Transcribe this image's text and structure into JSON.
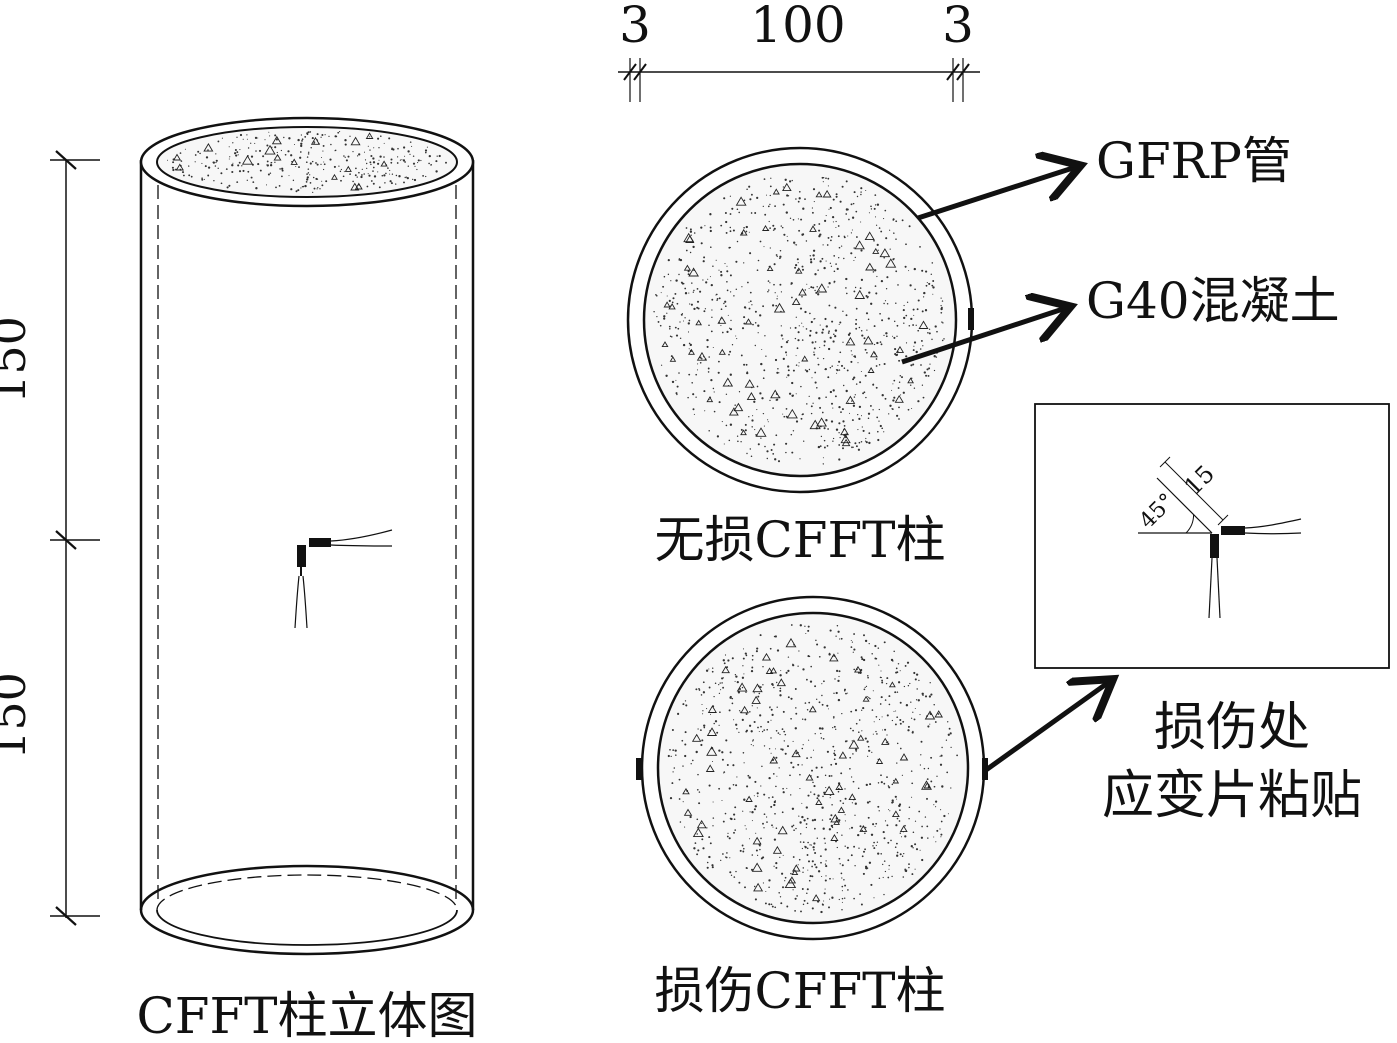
{
  "dims": {
    "tube_wall_left": "3",
    "core_diameter": "100",
    "tube_wall_right": "3",
    "height_upper": "150",
    "height_lower": "150",
    "gauge_offset": "15",
    "gauge_angle": "45°"
  },
  "labels": {
    "column_3d": "CFFT柱立体图",
    "gfrp_tube": "GFRP管",
    "concrete": "G40混凝土",
    "undamaged_column": "无损CFFT柱",
    "damaged_column": "损伤CFFT柱",
    "gauge_note_line1": "损伤处",
    "gauge_note_line2": "应变片粘贴"
  },
  "colors": {
    "line": "#111111",
    "concrete_fill": "#f7f7f7",
    "background": "#ffffff"
  }
}
